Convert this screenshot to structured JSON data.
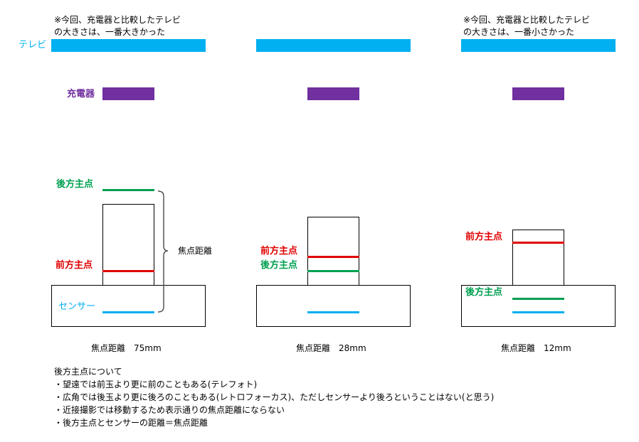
{
  "colors": {
    "tv": "#00b0f0",
    "charger": "#7030a0",
    "rear_principal_point": "#00a050",
    "front_principal_point": "#e00000",
    "sensor": "#00b0f0"
  },
  "labels": {
    "tv": "テレビ",
    "charger": "充電器",
    "rear_principal_point": "後方主点",
    "front_principal_point": "前方主点",
    "sensor": "センサー",
    "focal_length_bracket": "焦点距離"
  },
  "panels": [
    {
      "note_line1": "※今回、充電器と比較したテレビ",
      "note_line2": "の大きさは、一番大きかった",
      "caption": "焦点距離　75mm"
    },
    {
      "note_line1": "",
      "note_line2": "",
      "caption": "焦点距離　28mm"
    },
    {
      "note_line1": "※今回、充電器と比較したテレビ",
      "note_line2": "の大きさは、一番小さかった",
      "caption": "焦点距離　12mm"
    }
  ],
  "notes": {
    "title": "後方主点について",
    "items": [
      "・望遠では前玉より更に前のこともある(テレフォト)",
      "・広角では後玉より更に後ろのこともある(レトロフォーカス)、ただしセンサーより後ろということはない(と思う)",
      "・近接撮影では移動するため表示通りの焦点距離にならない",
      "・後方主点とセンサーの距離＝焦点距離"
    ]
  }
}
